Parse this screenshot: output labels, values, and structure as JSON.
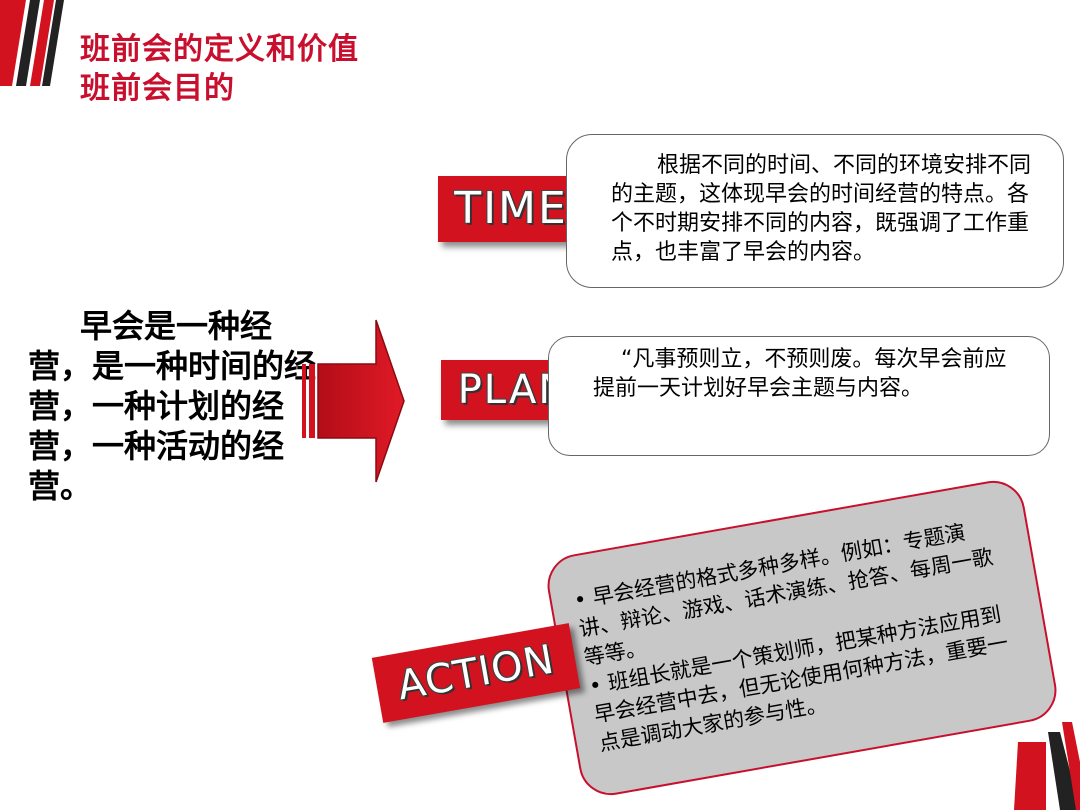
{
  "title": {
    "line1": "班前会的定义和价值",
    "line2": "班前会目的"
  },
  "main_statement": "早会是一种经营，是一种时间的经营，一种计划的经营，一种活动的经营。",
  "sections": {
    "time": {
      "label": "TIME",
      "text": "根据不同的时间、不同的环境安排不同的主题，这体现早会的时间经营的特点。各个不时期安排不同的内容，既强调了工作重点，也丰富了早会的内容。"
    },
    "plan": {
      "label": "PLAN",
      "text": "“凡事预则立，不预则废。每次早会前应提前一天计划好早会主题与内容。"
    },
    "action": {
      "label": "ACTION",
      "bullet1": "• 早会经营的格式多种多样。例如：专题演讲、辩论、游戏、话术演练、抢答、每周一歌等等。",
      "bullet2": "• 班组长就是一个策划师，把某种方法应用到早会经营中去，但无论使用何种方法，重要一点是调动大家的参与性。"
    }
  },
  "colors": {
    "accent_red": "#d2131f",
    "title_red": "#c8102e",
    "action_bg": "#c8c8c8",
    "decor_dark": "#222222"
  }
}
